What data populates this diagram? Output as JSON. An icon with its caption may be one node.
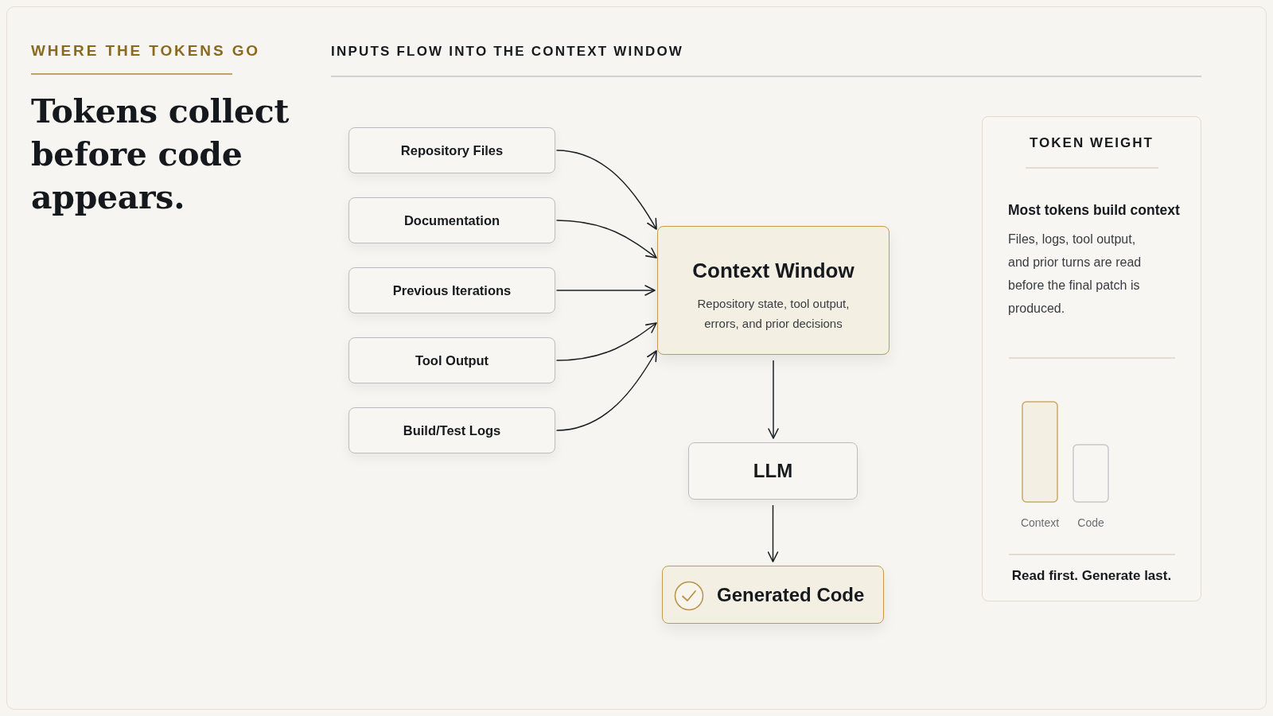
{
  "diagram": {
    "title": "Tokens collect before code appears.",
    "nodes": [
      {
        "text": [
          "Repository Files"
        ]
      },
      {
        "text": [
          "Documentation"
        ]
      },
      {
        "text": [
          "Previous Iterations"
        ]
      },
      {
        "text": [
          "Tool Output"
        ]
      },
      {
        "text": [
          "Build/Test Logs"
        ]
      },
      {
        "text": [
          "Context Window",
          "Repository state, tool output, errors, and prior decisions"
        ]
      },
      {
        "text": [
          "LLM"
        ]
      },
      {
        "text": [
          "Generated Code"
        ]
      },
      {
        "text": [
          "TOKEN WEIGHT",
          "Most tokens build context",
          "Files, logs, tool output, and prior turns are read before the final patch is produced.",
          "Context",
          "Code",
          "Read first. Generate last."
        ]
      }
    ],
    "edges": [
      {
        "from": 0,
        "to": 5,
        "arrow": "to"
      },
      {
        "from": 1,
        "to": 5,
        "arrow": "to"
      },
      {
        "from": 2,
        "to": 5,
        "arrow": "to"
      },
      {
        "from": 3,
        "to": 5,
        "arrow": "to"
      },
      {
        "from": 4,
        "to": 5,
        "arrow": "to"
      },
      {
        "from": 5,
        "to": 6,
        "arrow": "to"
      },
      {
        "from": 6,
        "to": 7,
        "arrow": "to"
      }
    ],
    "labels": [
      "WHERE THE TOKENS GO",
      "INPUTS FLOW INTO THE CONTEXT WINDOW"
    ]
  }
}
